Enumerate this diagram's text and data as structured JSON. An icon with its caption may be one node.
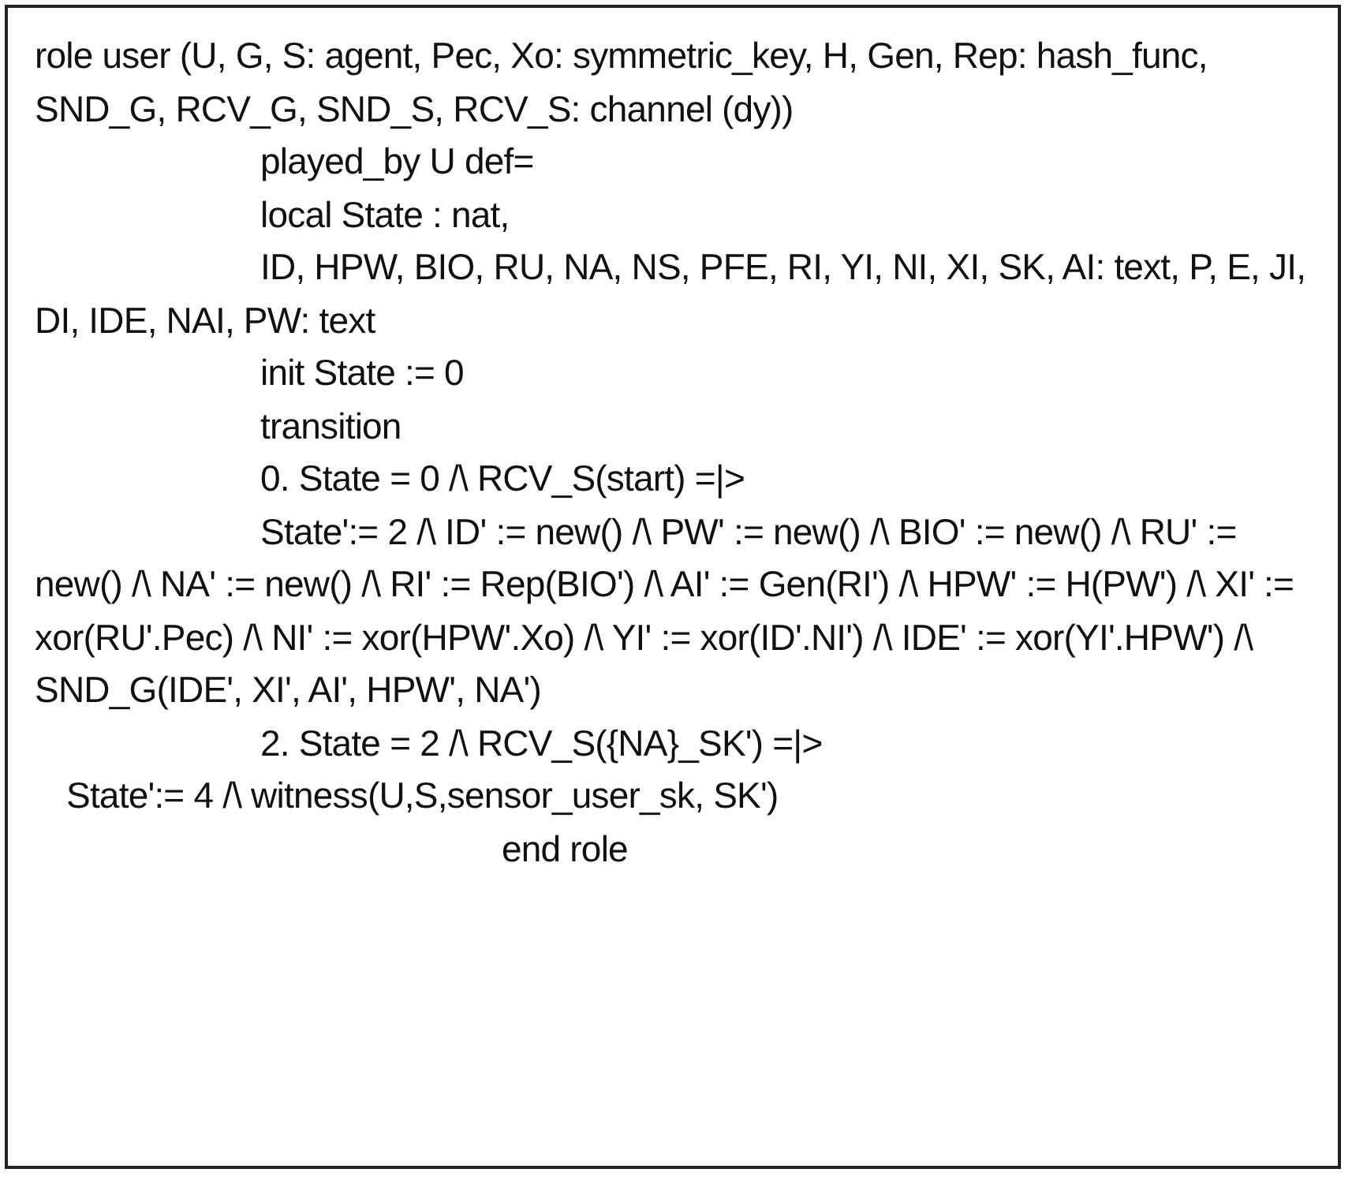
{
  "diagram": {
    "nodes": [
      {
        "text": [
          "role user (U, G, S: agent, Pec, Xo: symmetric_key, H, Gen, Rep: hash_func, SND_G, RCV_G, SND_S, RCV_S: channel (dy))",
          "played_by U def=",
          "local State : nat,",
          "ID, HPW, BIO, RU, NA, NS, PFE, RI, YI, NI, XI, SK, AI: text, P, E, JI, DI, IDE, NAI, PW: text",
          "init State := 0",
          "transition",
          "0. State = 0 /\\ RCV_S(start) =|>",
          "State':= 2 /\\ ID' := new() /\\ PW' := new() /\\ BIO' := new() /\\ RU' := new() /\\ NA' := new() /\\ RI' := Rep(BIO') /\\ AI' := Gen(RI') /\\ HPW' := H(PW') /\\ XI' := xor(RU'.Pec) /\\ NI' := xor(HPW'.Xo) /\\ YI' := xor(ID'.NI') /\\ IDE' := xor(YI'.HPW') /\\ SND_G(IDE', XI', AI', HPW', NA')",
          "2. State = 2 /\\ RCV_S({NA}_SK') =|>",
          "State':= 4 /\\ witness(U,S,sensor_user_sk, SK')",
          "end role"
        ]
      }
    ]
  }
}
